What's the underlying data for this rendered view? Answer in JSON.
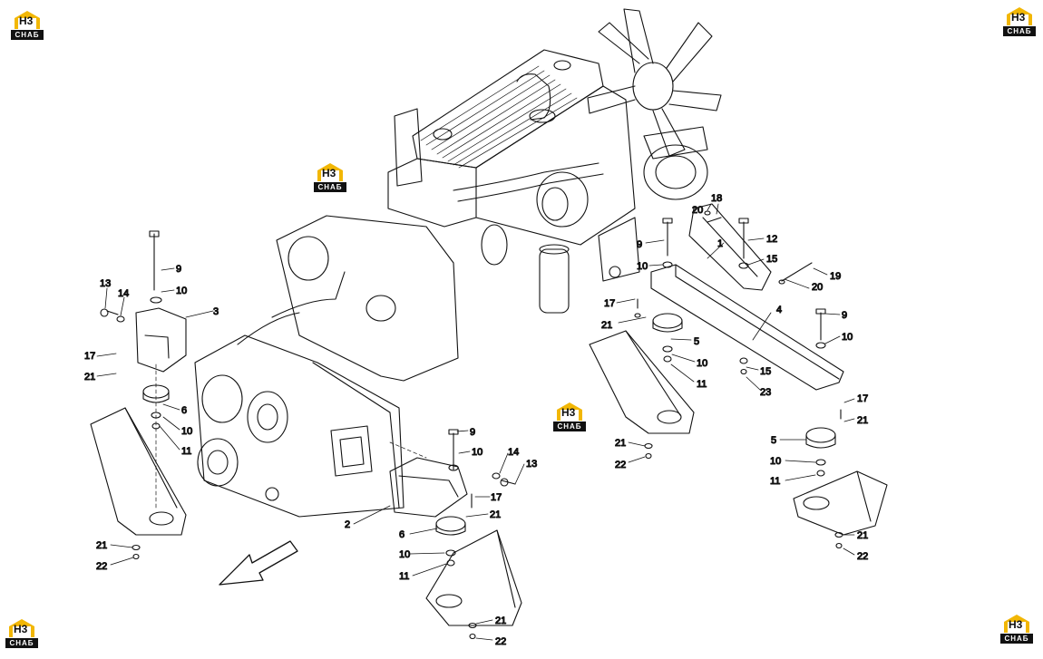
{
  "brand": {
    "mark": "H3",
    "word": "СНАБ",
    "accent": "#f2b705"
  },
  "callouts": [
    {
      "id": "c1",
      "text": "1"
    },
    {
      "id": "c2",
      "text": "2"
    },
    {
      "id": "c3",
      "text": "3"
    },
    {
      "id": "c4",
      "text": "4"
    },
    {
      "id": "c5a",
      "text": "5"
    },
    {
      "id": "c5b",
      "text": "5"
    },
    {
      "id": "c6a",
      "text": "6"
    },
    {
      "id": "c6b",
      "text": "6"
    },
    {
      "id": "c9a",
      "text": "9"
    },
    {
      "id": "c9b",
      "text": "9"
    },
    {
      "id": "c9c",
      "text": "9"
    },
    {
      "id": "c9d",
      "text": "9"
    },
    {
      "id": "c10a",
      "text": "10"
    },
    {
      "id": "c10b",
      "text": "10"
    },
    {
      "id": "c10c",
      "text": "10"
    },
    {
      "id": "c10d",
      "text": "10"
    },
    {
      "id": "c10e",
      "text": "10"
    },
    {
      "id": "c10f",
      "text": "10"
    },
    {
      "id": "c10g",
      "text": "10"
    },
    {
      "id": "c10h",
      "text": "10"
    },
    {
      "id": "c11a",
      "text": "11"
    },
    {
      "id": "c11b",
      "text": "11"
    },
    {
      "id": "c11c",
      "text": "11"
    },
    {
      "id": "c11d",
      "text": "11"
    },
    {
      "id": "c12",
      "text": "12"
    },
    {
      "id": "c13a",
      "text": "13"
    },
    {
      "id": "c13b",
      "text": "13"
    },
    {
      "id": "c14a",
      "text": "14"
    },
    {
      "id": "c14b",
      "text": "14"
    },
    {
      "id": "c15a",
      "text": "15"
    },
    {
      "id": "c15b",
      "text": "15"
    },
    {
      "id": "c17a",
      "text": "17"
    },
    {
      "id": "c17b",
      "text": "17"
    },
    {
      "id": "c17c",
      "text": "17"
    },
    {
      "id": "c17d",
      "text": "17"
    },
    {
      "id": "c18",
      "text": "18"
    },
    {
      "id": "c19",
      "text": "19"
    },
    {
      "id": "c20a",
      "text": "20"
    },
    {
      "id": "c20b",
      "text": "20"
    },
    {
      "id": "c21a",
      "text": "21"
    },
    {
      "id": "c21b",
      "text": "21"
    },
    {
      "id": "c21c",
      "text": "21"
    },
    {
      "id": "c21d",
      "text": "21"
    },
    {
      "id": "c21e",
      "text": "21"
    },
    {
      "id": "c21f",
      "text": "21"
    },
    {
      "id": "c21g",
      "text": "21"
    },
    {
      "id": "c21h",
      "text": "21"
    },
    {
      "id": "c22a",
      "text": "22"
    },
    {
      "id": "c22b",
      "text": "22"
    },
    {
      "id": "c22c",
      "text": "22"
    },
    {
      "id": "c22d",
      "text": "22"
    },
    {
      "id": "c23",
      "text": "23"
    }
  ]
}
